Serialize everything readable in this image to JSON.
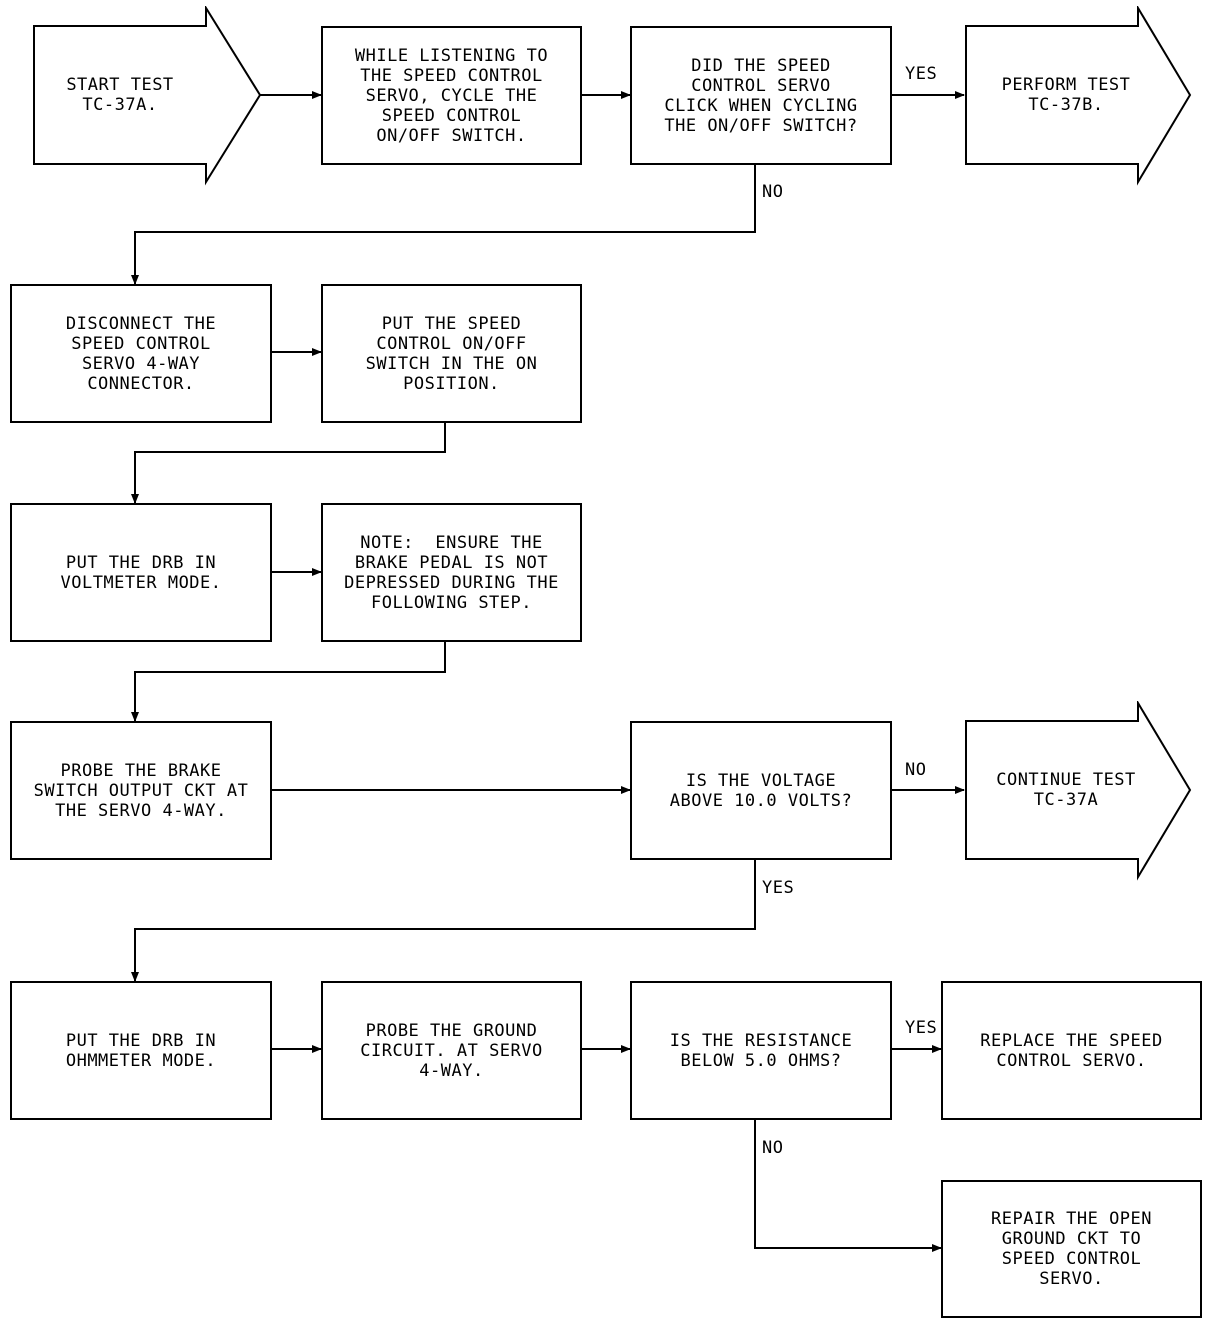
{
  "arrows": {
    "start": "START TEST\nTC-37A.",
    "perform": "PERFORM TEST\nTC-37B.",
    "continue": "CONTINUE TEST\nTC-37A"
  },
  "boxes": {
    "listen": "WHILE LISTENING TO\nTHE SPEED CONTROL\nSERVO, CYCLE THE\nSPEED CONTROL\nON/OFF SWITCH.",
    "click_decision": "DID THE SPEED\nCONTROL SERVO\nCLICK WHEN CYCLING\nTHE ON/OFF SWITCH?",
    "disconnect": "DISCONNECT THE\nSPEED CONTROL\nSERVO 4-WAY\nCONNECTOR.",
    "switch_on": "PUT THE SPEED\nCONTROL ON/OFF\nSWITCH IN THE ON\nPOSITION.",
    "voltmeter": "PUT THE DRB IN\nVOLTMETER MODE.",
    "note": "NOTE:  ENSURE THE\nBRAKE PEDAL IS NOT\nDEPRESSED DURING THE\nFOLLOWING STEP.",
    "probe_brake": "PROBE THE BRAKE\nSWITCH OUTPUT CKT AT\nTHE SERVO 4-WAY.",
    "voltage_decision": "IS THE VOLTAGE\nABOVE 10.0 VOLTS?",
    "ohmmeter": "PUT THE DRB IN\nOHMMETER MODE.",
    "probe_ground": "PROBE THE GROUND\nCIRCUIT. AT SERVO\n4-WAY.",
    "resistance_decision": "IS THE RESISTANCE\nBELOW 5.0 OHMS?",
    "replace": "REPLACE THE SPEED\nCONTROL SERVO.",
    "repair": "REPAIR THE OPEN\nGROUND CKT TO\nSPEED CONTROL\nSERVO."
  },
  "labels": {
    "click_yes": "YES",
    "click_no": "NO",
    "voltage_no": "NO",
    "voltage_yes": "YES",
    "resistance_yes": "YES",
    "resistance_no": "NO"
  },
  "colors": {
    "line": "#000000",
    "background": "#ffffff"
  }
}
